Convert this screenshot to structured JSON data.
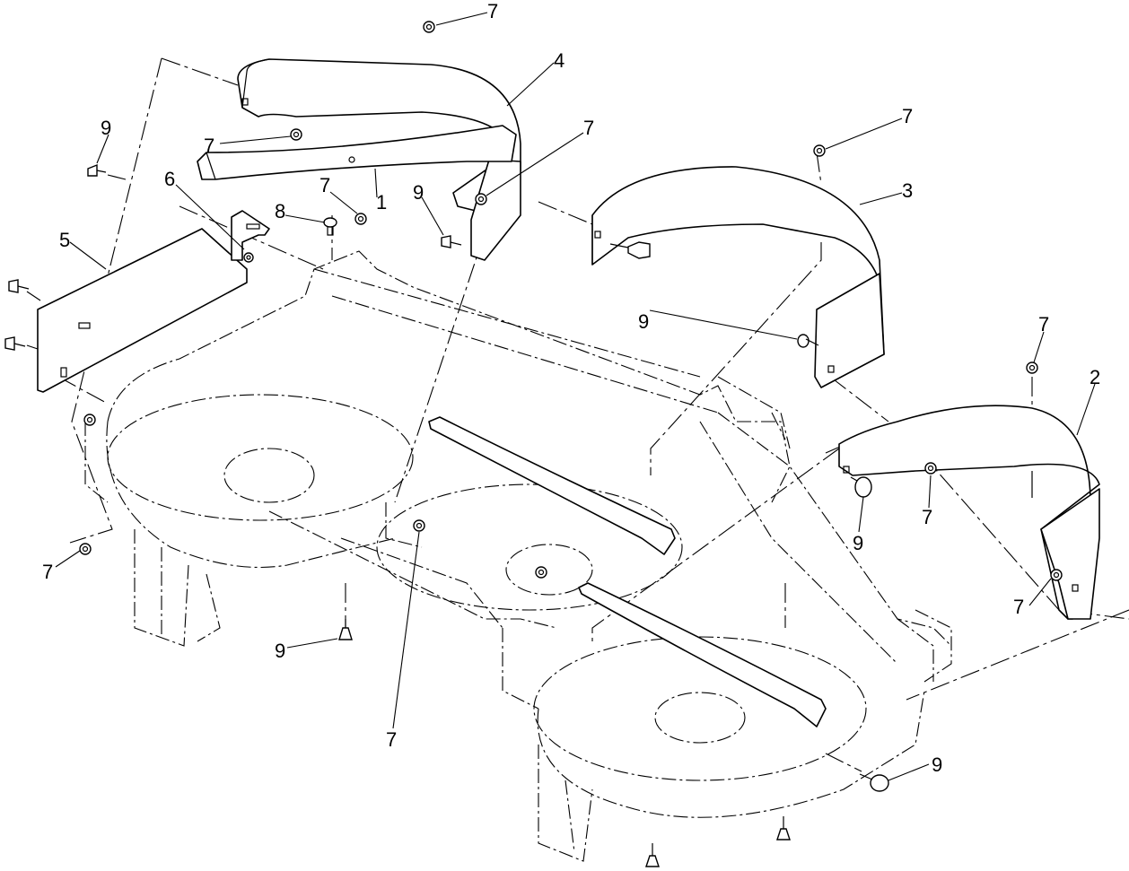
{
  "callouts": [
    {
      "label": "7",
      "text": "7"
    },
    {
      "label": "4",
      "text": "4"
    },
    {
      "label": "9",
      "text": "9"
    },
    {
      "label": "7",
      "text": "7"
    },
    {
      "label": "6",
      "text": "6"
    },
    {
      "label": "7",
      "text": "7"
    },
    {
      "label": "8",
      "text": "8"
    },
    {
      "label": "1",
      "text": "1"
    },
    {
      "label": "7",
      "text": "7"
    },
    {
      "label": "9",
      "text": "9"
    },
    {
      "label": "7",
      "text": "7"
    },
    {
      "label": "3",
      "text": "3"
    },
    {
      "label": "5",
      "text": "5"
    },
    {
      "label": "9",
      "text": "9"
    },
    {
      "label": "7",
      "text": "7"
    },
    {
      "label": "2",
      "text": "2"
    },
    {
      "label": "7",
      "text": "7"
    },
    {
      "label": "9",
      "text": "9"
    },
    {
      "label": "7",
      "text": "7"
    },
    {
      "label": "7",
      "text": "7"
    },
    {
      "label": "9",
      "text": "9"
    },
    {
      "label": "7",
      "text": "7"
    },
    {
      "label": "9",
      "text": "9"
    }
  ]
}
